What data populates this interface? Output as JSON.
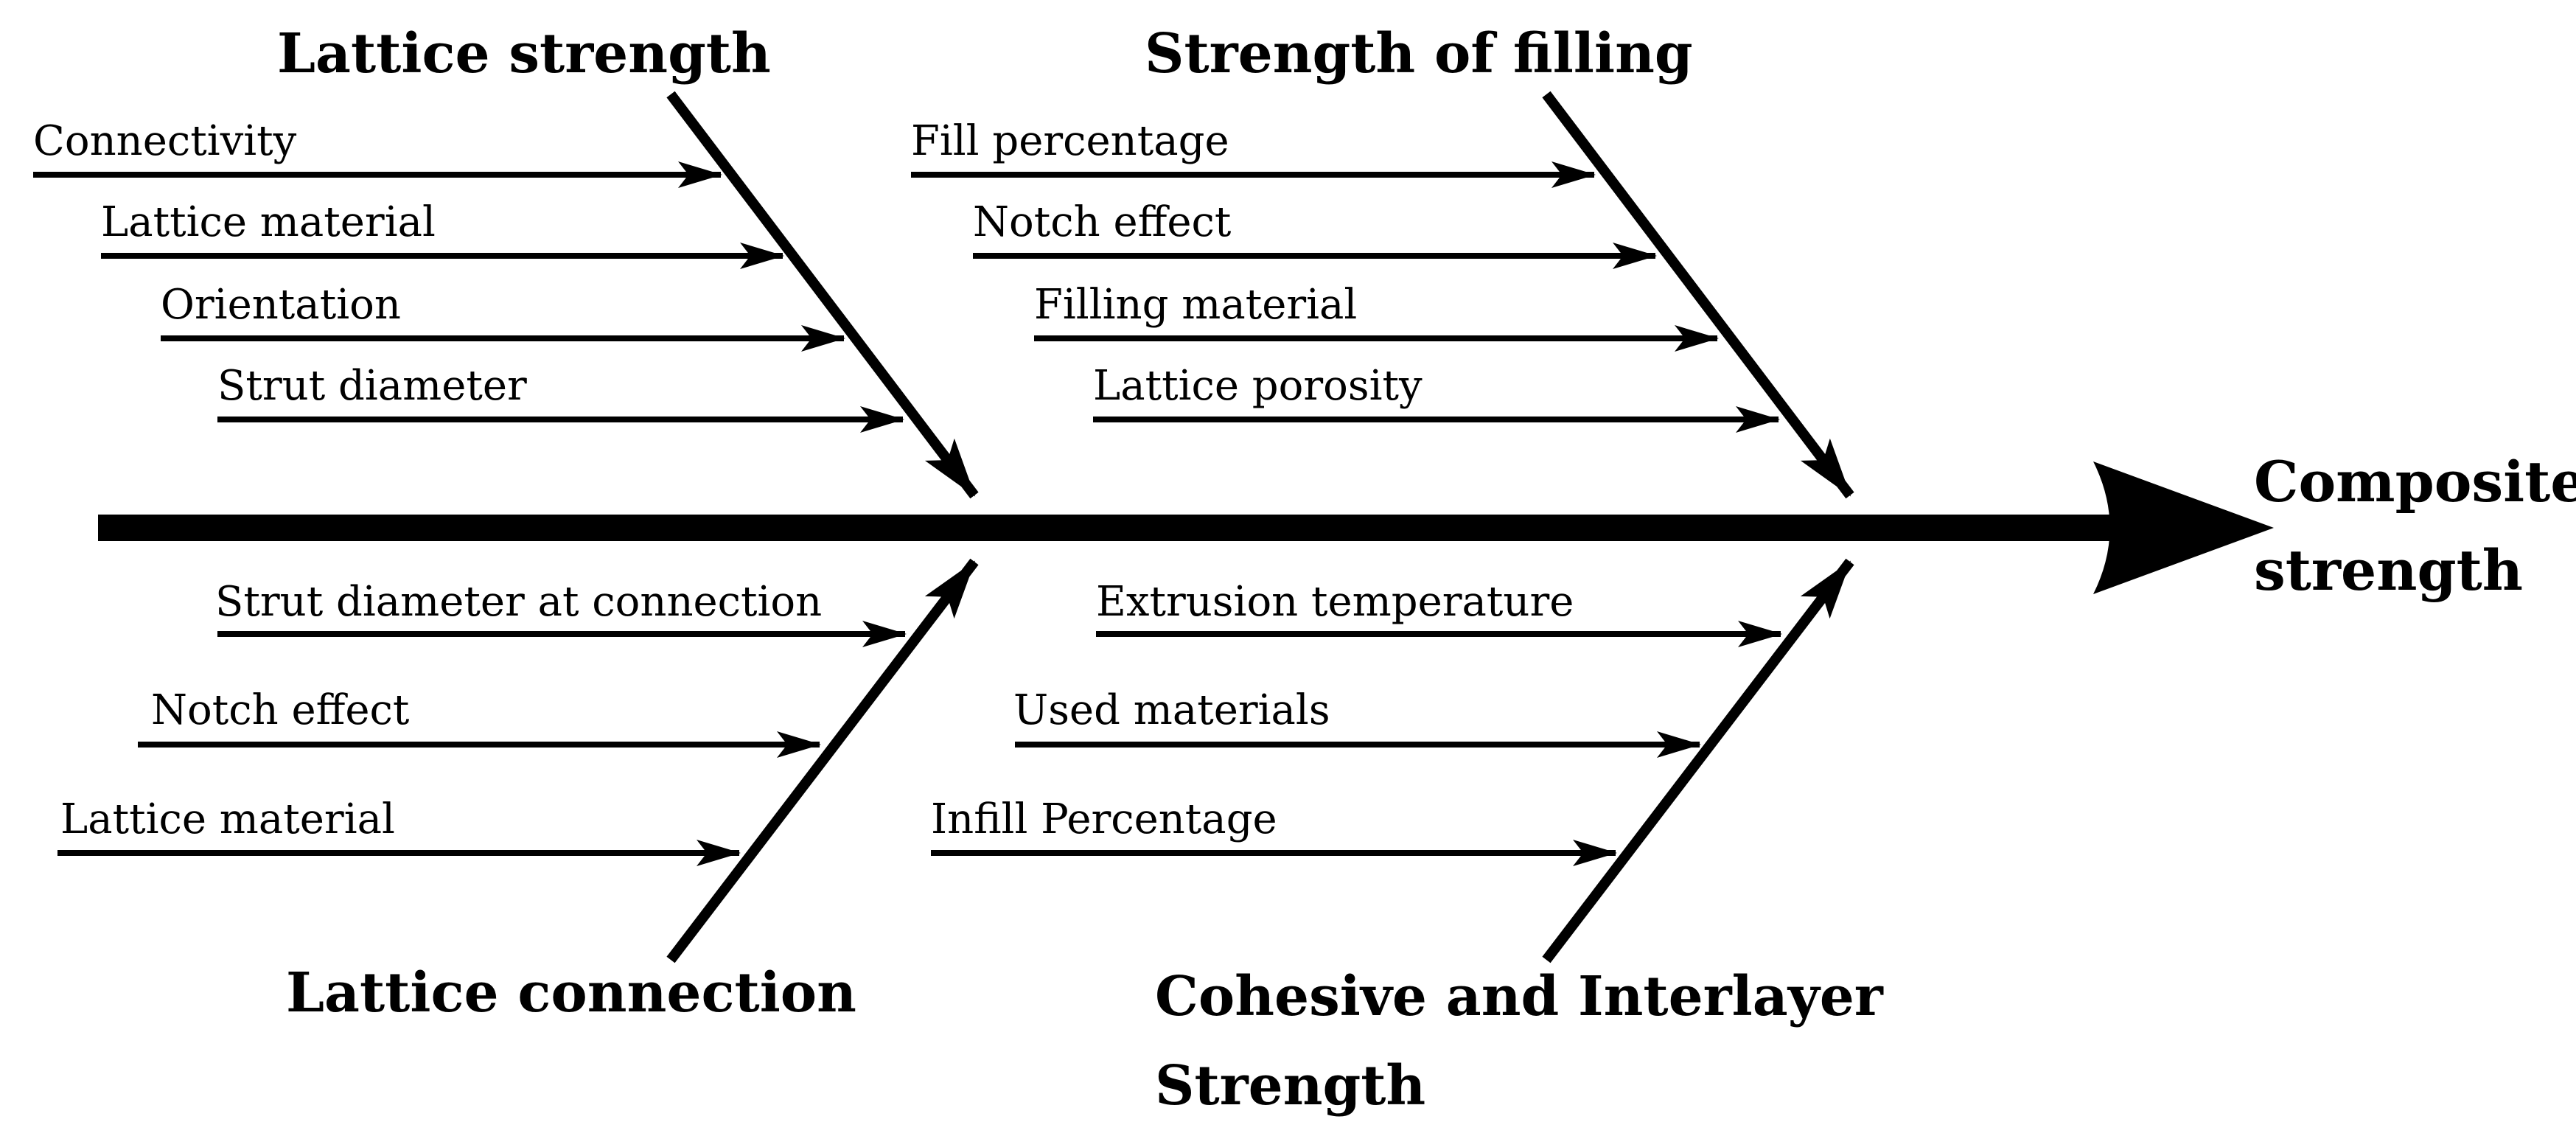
{
  "effect": {
    "lines": [
      "Composite",
      "strength"
    ]
  },
  "categories": {
    "lattice_strength": {
      "title": "Lattice strength",
      "causes": [
        "Connectivity",
        "Lattice material",
        "Orientation",
        "Strut diameter"
      ]
    },
    "strength_of_filling": {
      "title": "Strength of filling",
      "causes": [
        "Fill percentage",
        "Notch effect",
        "Filling material",
        "Lattice porosity"
      ]
    },
    "lattice_connection": {
      "title": "Lattice connection",
      "causes": [
        "Strut diameter at connection",
        "Notch effect",
        "Lattice material"
      ]
    },
    "cohesive_interlayer": {
      "title_lines": [
        "Cohesive and Interlayer",
        "Strength"
      ],
      "causes": [
        "Extrusion temperature",
        "Used materials",
        "Infill Percentage"
      ]
    }
  },
  "colors": {
    "ink": "#000000",
    "background": "#ffffff"
  }
}
